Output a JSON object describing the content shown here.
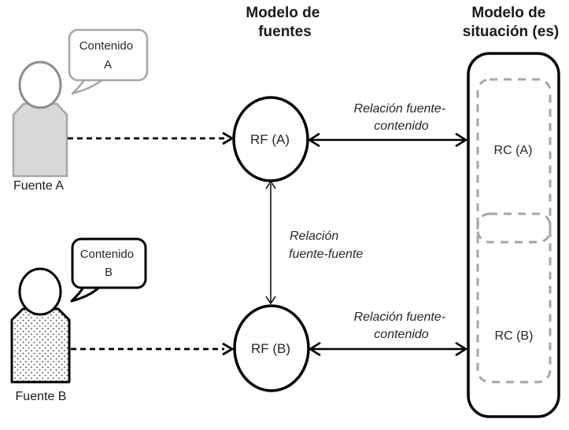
{
  "titles": {
    "sources_model": {
      "line1": "Modelo de",
      "line2": "fuentes"
    },
    "situation_model": {
      "line1": "Modelo de",
      "line2": "situación (es)"
    }
  },
  "sources": {
    "a": {
      "label": "Fuente A",
      "bubble_line1": "Contenido",
      "bubble_line2": "A"
    },
    "b": {
      "label": "Fuente B",
      "bubble_line1": "Contenido",
      "bubble_line2": "B"
    }
  },
  "nodes": {
    "rf_a": "RF (A)",
    "rf_b": "RF (B)",
    "rc_a": "RC (A)",
    "rc_b": "RC (B)"
  },
  "relations": {
    "source_content_top": {
      "line1": "Relación fuente-",
      "line2": "contenido"
    },
    "source_content_bottom": {
      "line1": "Relación fuente-",
      "line2": "contenido"
    },
    "source_source": {
      "line1": "Relación",
      "line2": "fuente-fuente"
    }
  },
  "colors": {
    "black": "#000000",
    "gray_stroke": "#a6a6a6",
    "gray_head_stroke": "#8c8c8c",
    "gray_fill": "#d9d9d9",
    "dashed_box_gray": "#a6a6a6",
    "background": "#ffffff"
  }
}
